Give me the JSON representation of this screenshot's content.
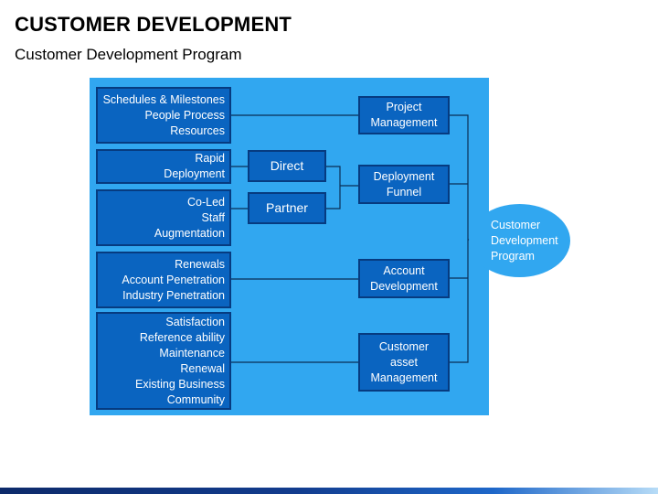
{
  "title": "CUSTOMER DEVELOPMENT",
  "subtitle": "Customer Development Program",
  "left_boxes": [
    {
      "lines": [
        "Schedules & Milestones",
        "People Process",
        "Resources"
      ]
    },
    {
      "lines": [
        "Rapid",
        "Deployment"
      ]
    },
    {
      "lines": [
        "Co-Led",
        "Staff",
        "Augmentation"
      ]
    },
    {
      "lines": [
        "Renewals",
        "Account Penetration",
        "Industry Penetration"
      ]
    },
    {
      "lines": [
        "Satisfaction",
        "Reference ability",
        "Maintenance",
        "Renewal",
        "Existing Business",
        "Community"
      ]
    }
  ],
  "middle_boxes": [
    "Direct",
    "Partner"
  ],
  "right_boxes": [
    {
      "lines": [
        "Project",
        "Management"
      ]
    },
    {
      "lines": [
        "Deployment",
        "Funnel"
      ]
    },
    {
      "lines": [
        "Account",
        "Development"
      ]
    },
    {
      "lines": [
        "Customer",
        "asset",
        "Management"
      ]
    }
  ],
  "ellipse": {
    "lines": [
      "Customer",
      "Development",
      "Program"
    ]
  },
  "colors": {
    "panel": "#31a7f0",
    "box_fill": "#0a64c0",
    "box_border": "#063b80",
    "line": "#0b2e55"
  }
}
